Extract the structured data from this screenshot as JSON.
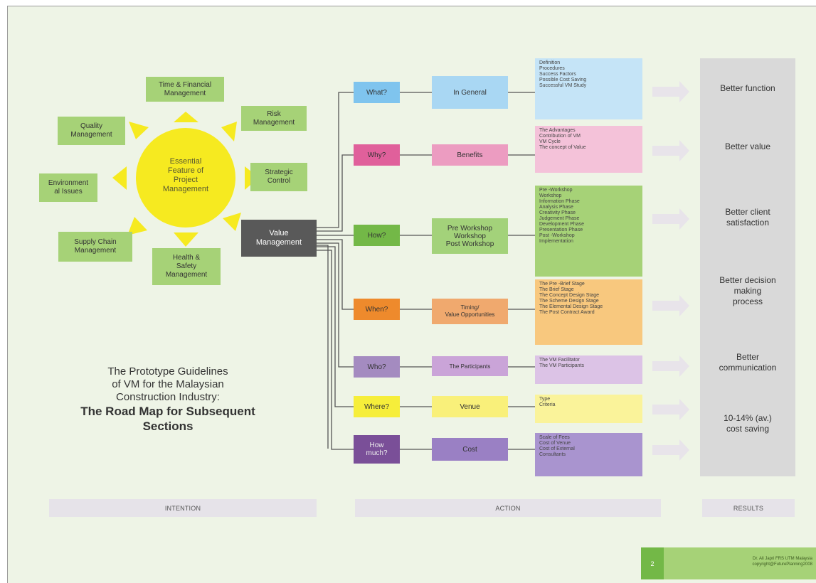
{
  "diagram": {
    "center": "Essential\nFeature of\nProject\nManagement",
    "features": [
      "Time & Financial\nManagement",
      "Risk\nManagement",
      "Strategic\nControl",
      "Health &\nSafety\nManagement",
      "Supply Chain\nManagement",
      "Environment\nal Issues",
      "Quality\nManagement"
    ],
    "value_management": "Value\nManagement",
    "questions": [
      {
        "q": "What?",
        "action": "In General",
        "details": "Definition\nProcedures\nSuccess Factors\nPossible Cost Saving\nSuccessful VM Study",
        "qcolor": "#7fc4ee",
        "acolor": "#a9d7f3",
        "dcolor": "#c5e4f7"
      },
      {
        "q": "Why?",
        "action": "Benefits",
        "details": "The Advantages\nContribution of VM\nVM Cycle\nThe concept of Value",
        "qcolor": "#e0609b",
        "acolor": "#ec9cc1",
        "dcolor": "#f4c2d9"
      },
      {
        "q": "How?",
        "action": "Pre Workshop\nWorkshop\nPost Workshop",
        "details": "Pre -Workshop\nWorkshop\n     Information Phase\n     Analysis Phase\n     Creativity Phase\n     Judgement Phase\n     Development Phase\n     Presentation Phase\nPost -Workshop\n     Implementation",
        "qcolor": "#73b847",
        "acolor": "#a3d27a",
        "dcolor": "#a6d277"
      },
      {
        "q": "When?",
        "action": "Timing/\nValue Opportunities",
        "details": "The Pre -Brief Stage\nThe Brief Stage\nThe Concept Design Stage\nThe Scheme Design Stage\nThe Elemental Design Stage\nThe Post Contract Award",
        "qcolor": "#ee8a2c",
        "acolor": "#f0a96e",
        "dcolor": "#f8c87e"
      },
      {
        "q": "Who?",
        "action": "The Participants",
        "details": "The VM Facilitator\nThe VM Participants",
        "qcolor": "#a48bc0",
        "acolor": "#caa4d8",
        "dcolor": "#dcc3e6"
      },
      {
        "q": "Where?",
        "action": "Venue",
        "details": "Type\nCriteria",
        "qcolor": "#f6ee3a",
        "acolor": "#f9f07a",
        "dcolor": "#faf39a"
      },
      {
        "q": "How\nmuch?",
        "action": "Cost",
        "details": "Scale of Fees\nCost of Venue\nCost of External\n    Consultants",
        "qcolor": "#7a4f98",
        "acolor": "#9a80c4",
        "dcolor": "#a994cf"
      }
    ],
    "results": [
      "Better function",
      "Better value",
      "Better client\nsatisfaction",
      "Better decision\nmaking\nprocess",
      "Better\ncommunication",
      "10-14% (av.)\ncost saving"
    ],
    "caption_line": "The Prototype Guidelines\nof VM for the Malaysian\nConstruction Industry:",
    "caption_bold": "The Road Map for Subsequent\nSections",
    "footer_labels": {
      "intention": "INTENTION",
      "action": "ACTION",
      "results": "RESULTS"
    },
    "page_number": "2",
    "credit": "Dr. Ali Japri  FRS  UTM Malaysia\ncopyright@FuturePlanning2008"
  },
  "colors": {
    "sun": "#f6ea20",
    "feature_box": "#a6d277",
    "vm_box": "#595959",
    "background": "#eef4e6",
    "footer_green": "#73b847"
  }
}
